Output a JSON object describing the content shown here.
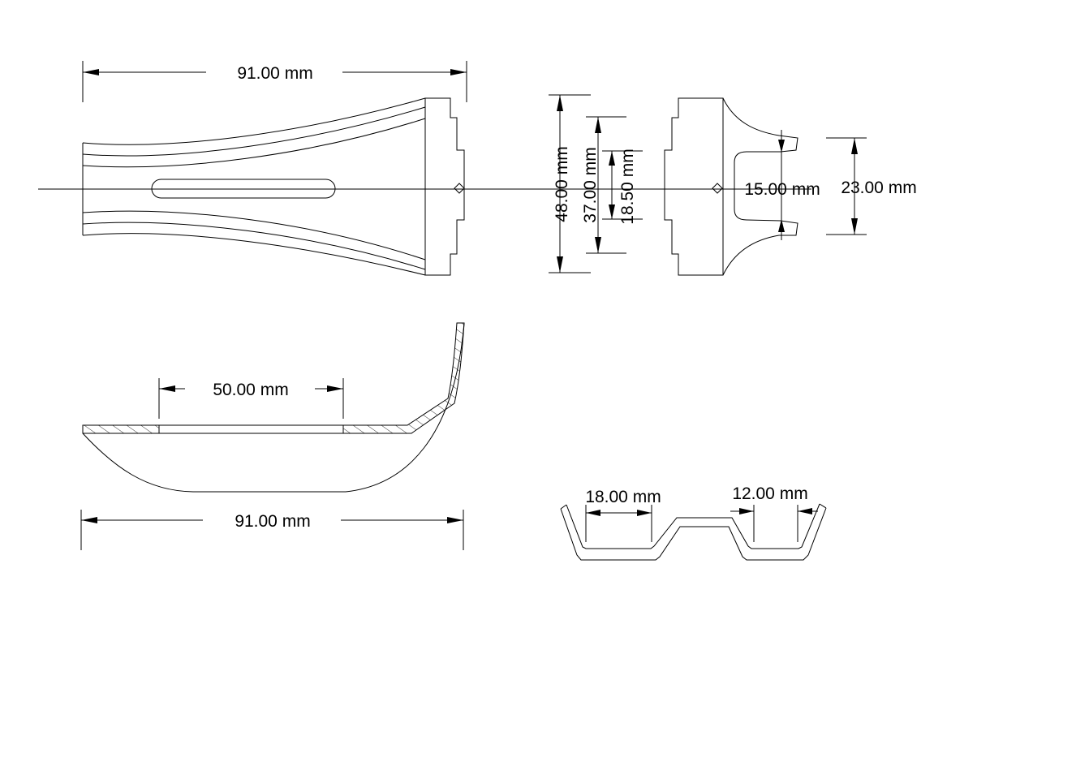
{
  "dimensions": {
    "top_view_length": "91.00 mm",
    "end_height_outer": "48.00 mm",
    "end_height_mid": "37.00 mm",
    "end_height_inner": "18.50 mm",
    "fork_inner_gap": "15.00 mm",
    "fork_outer_gap": "23.00 mm",
    "side_view_flat": "50.00 mm",
    "side_view_length": "91.00 mm",
    "section_left_width": "18.00 mm",
    "section_right_width": "12.00 mm"
  }
}
